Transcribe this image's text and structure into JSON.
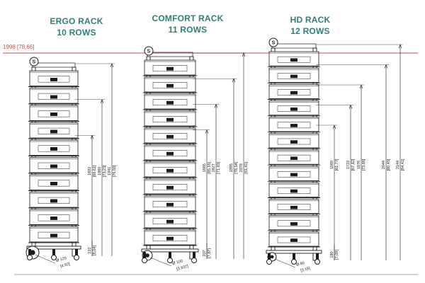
{
  "diagram": {
    "reference_line": {
      "label": "1998 [78,66]",
      "color": "#c0504d"
    },
    "title_color": "#2e7f78",
    "line_color": "#1a1a1a",
    "racks": [
      {
        "id": "ergo",
        "name": "ERGO RACK",
        "rows_label": "10 ROWS",
        "rows": 10,
        "badge": "S",
        "dims": [
          {
            "mm": "1692",
            "in": "[66,61]"
          },
          {
            "mm": "1860",
            "in": "[73,23]"
          },
          {
            "mm": "1941",
            "in": "[76,50]"
          },
          {
            "mm": "222",
            "in": "[8,04]"
          }
        ],
        "wheel": {
          "mm": "Ø 125",
          "in": "[4,92]"
        }
      },
      {
        "id": "comfort",
        "name": "COMFORT RACK",
        "rows_label": "11 ROWS",
        "rows": 11,
        "badge": "S",
        "dims": [
          {
            "mm": "1665",
            "in": "[65,55]"
          },
          {
            "mm": "1827",
            "in": "[71,93]"
          },
          {
            "mm": "1995",
            "in": "[78,54]"
          },
          {
            "mm": "2078",
            "in": "[81,81]"
          },
          {
            "mm": "207",
            "in": "[7,87]"
          }
        ],
        "wheel": {
          "mm": "Ø 100",
          "in": "[3,937]"
        }
      },
      {
        "id": "hd",
        "name": "HD RACK",
        "rows_label": "12 ROWS",
        "rows": 12,
        "badge": "S",
        "dims": [
          {
            "mm": "1569",
            "in": "[61,77]"
          },
          {
            "mm": "1723",
            "in": "[67,82]"
          },
          {
            "mm": "1876",
            "in": "[73,86]"
          },
          {
            "mm": "2044",
            "in": "[80,45]"
          },
          {
            "mm": "2144",
            "in": "[84,41]"
          },
          {
            "mm": "180",
            "in": "[7,09]"
          }
        ],
        "wheel": {
          "mm": "Ø 80",
          "in": "[3,15]"
        }
      }
    ]
  }
}
